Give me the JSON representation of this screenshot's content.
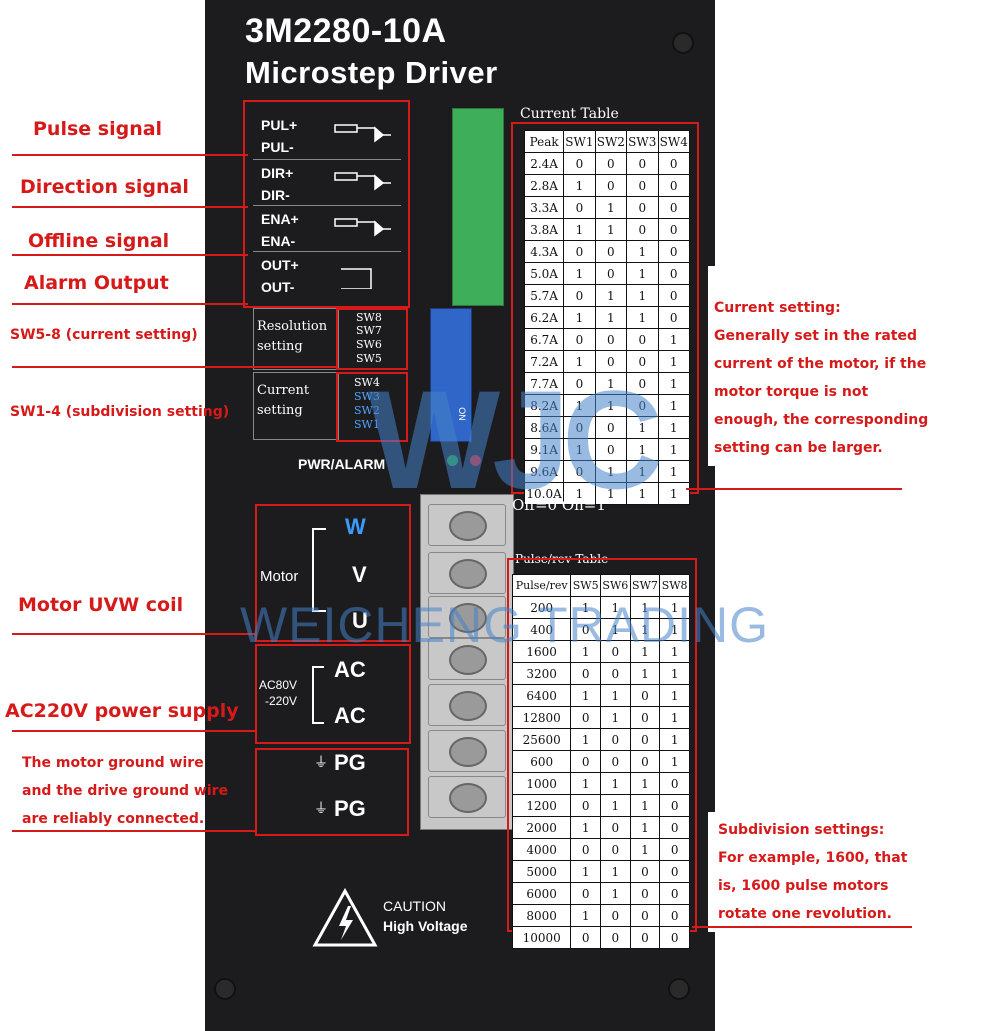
{
  "device": {
    "model": "3M2280-10A",
    "name": "Microstep Driver",
    "signals": [
      {
        "label": "PUL+"
      },
      {
        "label": "PUL-"
      },
      {
        "label": "DIR+"
      },
      {
        "label": "DIR-"
      },
      {
        "label": "ENA+"
      },
      {
        "label": "ENA-"
      },
      {
        "label": "OUT+"
      },
      {
        "label": "OUT-"
      }
    ],
    "resolution_setting": "Resolution setting",
    "current_setting": "Current setting",
    "sw_resolution": [
      "SW8",
      "SW7",
      "SW6",
      "SW5"
    ],
    "sw_current": [
      "SW4",
      "SW3",
      "SW2",
      "SW1"
    ],
    "pwr_label": "PWR/",
    "alarm_label": "ALARM",
    "motor_label": "Motor",
    "motor_terms": [
      "W",
      "V",
      "U"
    ],
    "power_label_1": "AC80V",
    "power_label_2": "-220V",
    "power_terms": [
      "AC",
      "AC"
    ],
    "ground_terms": [
      "PG",
      "PG"
    ],
    "ground_symbol": "⏚",
    "caution": "CAUTION",
    "high_voltage": "High Voltage",
    "dip_marking": "ON"
  },
  "annotations": {
    "pulse": "Pulse signal",
    "direction": "Direction signal",
    "offline": "Offline signal",
    "alarm": "Alarm Output",
    "sw58": "SW5-8 (current setting)",
    "sw14": "SW1-4 (subdivision setting)",
    "motor_coil": "Motor UVW coil",
    "power": "AC220V power supply",
    "ground_1": "The motor ground wire",
    "ground_2": "and the drive ground wire",
    "ground_3": "are reliably connected.",
    "current_note_title": "Current setting:",
    "current_note_lines": [
      "Generally set in the rated",
      "current of the motor, if the",
      "motor torque is not",
      "enough, the corresponding",
      "setting can be larger."
    ],
    "subdiv_note_title": "Subdivision settings:",
    "subdiv_note_lines": [
      "For example, 1600, that",
      "is, 1600 pulse motors",
      "rotate one revolution."
    ]
  },
  "current_table": {
    "title": "Current Table",
    "headers": [
      "Peak",
      "SW1",
      "SW2",
      "SW3",
      "SW4"
    ],
    "rows": [
      [
        "2.4A",
        "0",
        "0",
        "0",
        "0"
      ],
      [
        "2.8A",
        "1",
        "0",
        "0",
        "0"
      ],
      [
        "3.3A",
        "0",
        "1",
        "0",
        "0"
      ],
      [
        "3.8A",
        "1",
        "1",
        "0",
        "0"
      ],
      [
        "4.3A",
        "0",
        "0",
        "1",
        "0"
      ],
      [
        "5.0A",
        "1",
        "0",
        "1",
        "0"
      ],
      [
        "5.7A",
        "0",
        "1",
        "1",
        "0"
      ],
      [
        "6.2A",
        "1",
        "1",
        "1",
        "0"
      ],
      [
        "6.7A",
        "0",
        "0",
        "0",
        "1"
      ],
      [
        "7.2A",
        "1",
        "0",
        "0",
        "1"
      ],
      [
        "7.7A",
        "0",
        "1",
        "0",
        "1"
      ],
      [
        "8.2A",
        "1",
        "1",
        "0",
        "1"
      ],
      [
        "8.6A",
        "0",
        "0",
        "1",
        "1"
      ],
      [
        "9.1A",
        "1",
        "0",
        "1",
        "1"
      ],
      [
        "9.6A",
        "0",
        "1",
        "1",
        "1"
      ],
      [
        "10.0A",
        "1",
        "1",
        "1",
        "1"
      ]
    ],
    "legend": "Off=0  On=1"
  },
  "pulse_table": {
    "title": "Pulse/rev Table",
    "headers": [
      "Pulse/rev",
      "SW5",
      "SW6",
      "SW7",
      "SW8"
    ],
    "rows": [
      [
        "200",
        "1",
        "1",
        "1",
        "1"
      ],
      [
        "400",
        "0",
        "1",
        "1",
        "1"
      ],
      [
        "1600",
        "1",
        "0",
        "1",
        "1"
      ],
      [
        "3200",
        "0",
        "0",
        "1",
        "1"
      ],
      [
        "6400",
        "1",
        "1",
        "0",
        "1"
      ],
      [
        "12800",
        "0",
        "1",
        "0",
        "1"
      ],
      [
        "25600",
        "1",
        "0",
        "0",
        "1"
      ],
      [
        "600",
        "0",
        "0",
        "0",
        "1"
      ],
      [
        "1000",
        "1",
        "1",
        "1",
        "0"
      ],
      [
        "1200",
        "0",
        "1",
        "1",
        "0"
      ],
      [
        "2000",
        "1",
        "0",
        "1",
        "0"
      ],
      [
        "4000",
        "0",
        "0",
        "1",
        "0"
      ],
      [
        "5000",
        "1",
        "1",
        "0",
        "0"
      ],
      [
        "6000",
        "0",
        "1",
        "0",
        "0"
      ],
      [
        "8000",
        "1",
        "0",
        "0",
        "0"
      ],
      [
        "10000",
        "0",
        "0",
        "0",
        "0"
      ]
    ]
  },
  "watermark": {
    "logo": "WJC",
    "text": "WEICHENG TRADING"
  }
}
